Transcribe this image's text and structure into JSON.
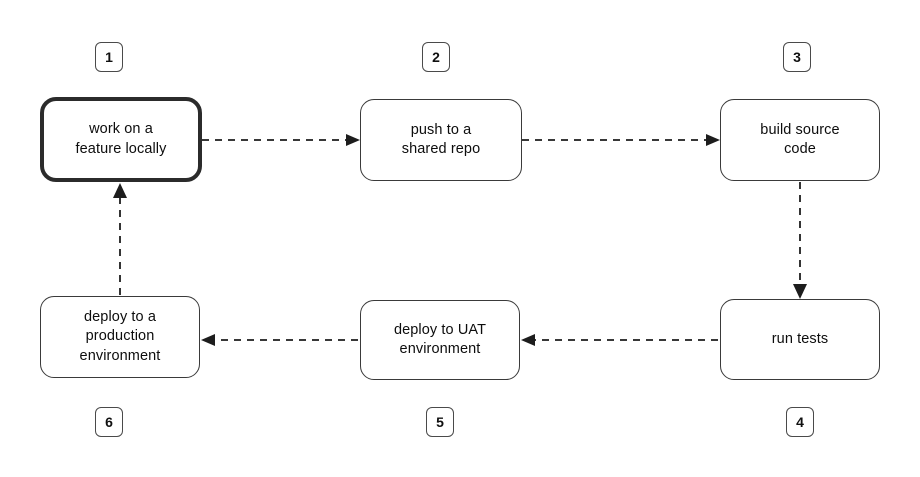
{
  "diagram": {
    "title": "software delivery pipeline flowchart",
    "background_color": "#ffffff",
    "line_color": "#1d1d1d",
    "highlight_color": "#2b2b2b",
    "nodes": [
      {
        "id": "n1",
        "badge": "1",
        "label": "work on a\nfeature locally",
        "highlighted": true
      },
      {
        "id": "n2",
        "badge": "2",
        "label": "push to a\nshared repo",
        "highlighted": false
      },
      {
        "id": "n3",
        "badge": "3",
        "label": "build source\ncode",
        "highlighted": false
      },
      {
        "id": "n4",
        "badge": "4",
        "label": "run tests",
        "highlighted": false
      },
      {
        "id": "n5",
        "badge": "5",
        "label": "deploy to UAT\nenvironment",
        "highlighted": false
      },
      {
        "id": "n6",
        "badge": "6",
        "label": "deploy to a\nproduction\nenvironment",
        "highlighted": false
      }
    ],
    "edges": [
      {
        "from": "n1",
        "to": "n2",
        "direction": "right",
        "style": "dashed"
      },
      {
        "from": "n2",
        "to": "n3",
        "direction": "right",
        "style": "dashed"
      },
      {
        "from": "n3",
        "to": "n4",
        "direction": "down",
        "style": "dashed"
      },
      {
        "from": "n4",
        "to": "n5",
        "direction": "left",
        "style": "dashed"
      },
      {
        "from": "n5",
        "to": "n6",
        "direction": "left",
        "style": "dashed"
      },
      {
        "from": "n6",
        "to": "n1",
        "direction": "up",
        "style": "dashed"
      }
    ]
  }
}
